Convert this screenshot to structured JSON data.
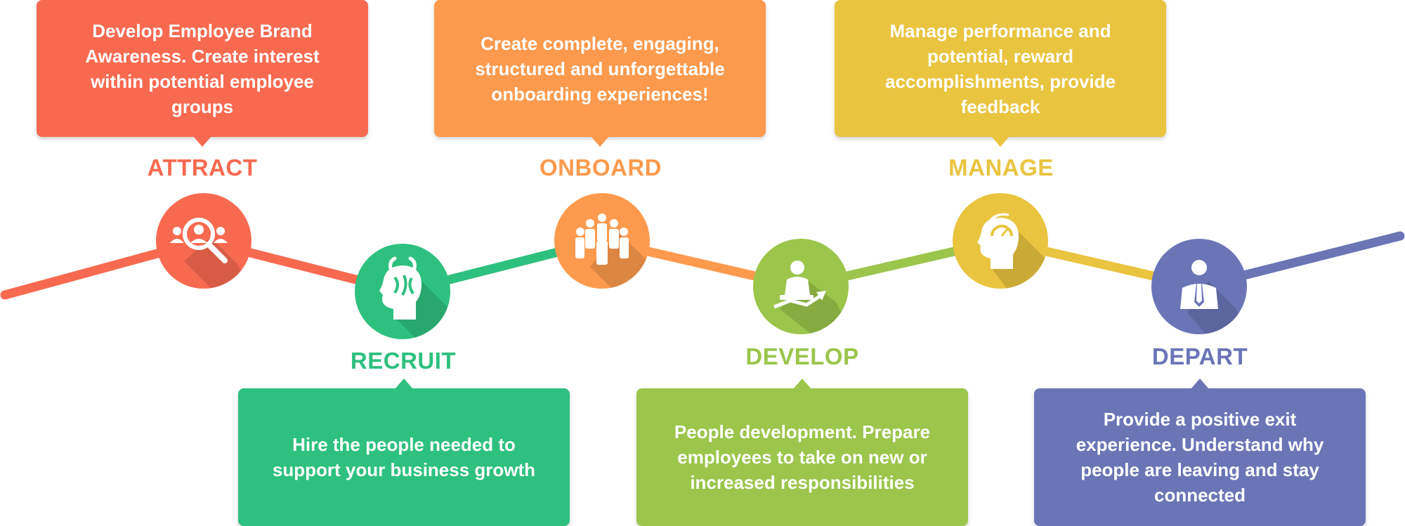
{
  "colors": {
    "attract": "#f86a50",
    "recruit": "#2ec07f",
    "onboard": "#fd9a4d",
    "develop": "#9bc54b",
    "manage": "#e9c43f",
    "depart": "#6b75b6"
  },
  "stages": {
    "attract": {
      "label": "ATTRACT",
      "description": "Develop Employee Brand Awareness. Create interest within potential employee groups",
      "icon": "magnifier-person-icon"
    },
    "recruit": {
      "label": "RECRUIT",
      "description": "Hire the people needed to support your business growth",
      "icon": "head-brain-icon"
    },
    "onboard": {
      "label": "ONBOARD",
      "description": "Create complete, engaging, structured and unforgettable onboarding experiences!",
      "icon": "group-people-icon"
    },
    "develop": {
      "label": "DEVELOP",
      "description": "People development. Prepare employees to take on new or increased responsibilities",
      "icon": "person-growth-arrow-icon"
    },
    "manage": {
      "label": "MANAGE",
      "description": "Manage performance and potential, reward accomplishments, provide feedback",
      "icon": "head-gauge-icon"
    },
    "depart": {
      "label": "DEPART",
      "description": "Provide a positive exit experience. Understand why people are leaving and stay connected",
      "icon": "businessman-icon"
    }
  }
}
